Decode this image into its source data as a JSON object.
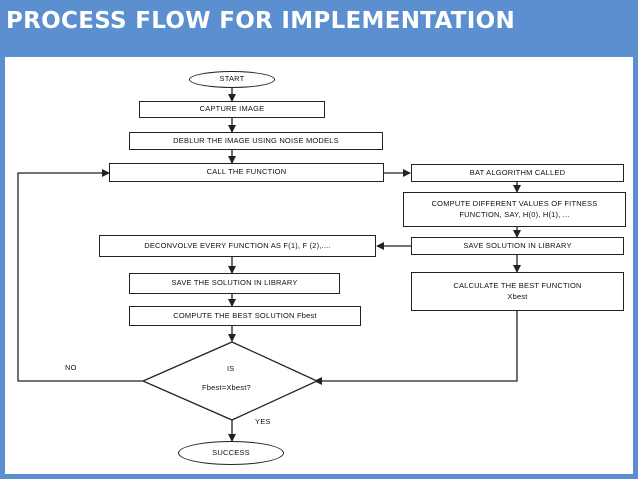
{
  "title": "PROCESS FLOW FOR IMPLEMENTATION",
  "nodes": {
    "start": "START",
    "capture": "CAPTURE IMAGE",
    "deblur": "DEBLUR THE IMAGE USING NOISE MODELS",
    "call": "CALL THE FUNCTION",
    "bat": "BAT ALGORITHM CALLED",
    "compute_values": "COMPUTE DIFFERENT VALUES OF FITNESS FUNCTION, SAY, H(0), H(1), ...",
    "save_library_right": "SAVE SOLUTION IN LIBRARY",
    "calc_best_line1": "CALCULATE THE BEST FUNCTION",
    "calc_best_line2": "Xbest",
    "deconvolve": "DECONVOLVE EVERY FUNCTION AS F(1), F (2),....",
    "save_library_left": "SAVE THE SOLUTION IN LIBRARY",
    "compute_best": "COMPUTE THE BEST SOLUTION Fbest",
    "decision_line1": "IS",
    "decision_line2": "Fbest=Xbest?",
    "success": "SUCCESS"
  },
  "edge_labels": {
    "no": "NO",
    "yes": "YES"
  }
}
